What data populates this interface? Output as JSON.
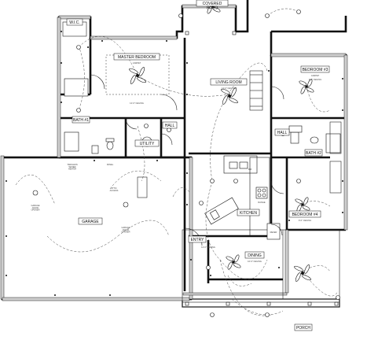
{
  "rooms": {
    "wic": "W.I.C.",
    "covered_patio": "COVERED\nPATIO",
    "master_bedroom": "MASTER BEDROOM",
    "living_room": "LIVING ROOM",
    "bedroom_3": "BEDROOM #3",
    "master_bath": "BATH #1",
    "hall_1": "HALL",
    "utility": "UTILITY",
    "hall_2": "HALL",
    "bath_2": "BATH #2",
    "garage": "GARAGE",
    "kitchen": "KITCHEN",
    "bedroom_4": "BEDROOM #4",
    "entry": "ENTRY",
    "dining": "DINING",
    "porch": "PORCH"
  },
  "notes": {
    "carpet": "CARPET",
    "ceiling_9": "9'-0\" CEILING",
    "ceiling_10": "10'-0\" CEILING",
    "ceiling_12": "12'-0\" CEILING",
    "garage_door_opener": "GARAGE\nDOOR\nOPENER",
    "water_heater": "TANKLESS\nWATER\nHEATER",
    "panel": "PANEL",
    "attic": "ATTIC\nACCESS",
    "dw": "DW",
    "range": "RANGE",
    "refer": "REFER"
  },
  "colors": {
    "line": "#111111",
    "hatch": "#cfcfcf",
    "paper": "#ffffff"
  },
  "icons": [
    "ceiling-fan-icon",
    "light-fixture-icon",
    "outlet-icon",
    "switch-icon"
  ]
}
